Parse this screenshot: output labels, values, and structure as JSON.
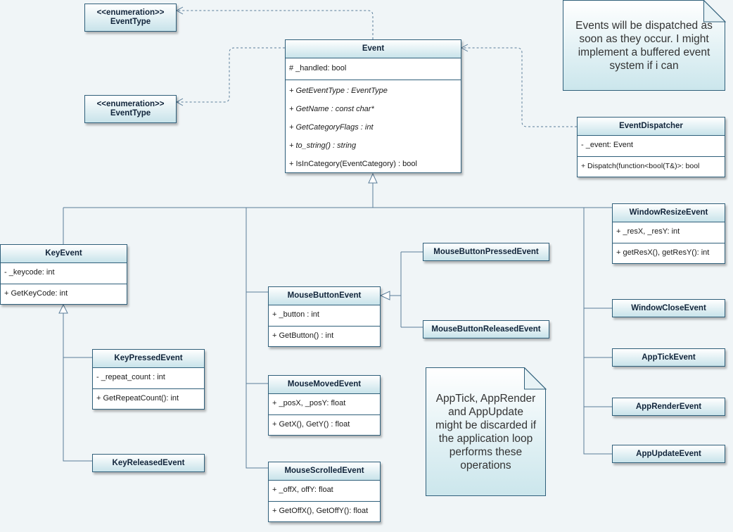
{
  "classes": {
    "eventtype_1": {
      "stereotype": "<<enumeration>>",
      "name": "EventType"
    },
    "eventtype_2": {
      "stereotype": "<<enumeration>>",
      "name": "EventType"
    },
    "event": {
      "name": "Event",
      "attributes": [
        "# _handled: bool"
      ],
      "methods": [
        "+ GetEventType : EventType",
        "+ GetName : const char*",
        "+ GetCategoryFlags : int",
        "+ to_string() : string",
        "+ IsInCategory(EventCategory) : bool"
      ]
    },
    "event_dispatcher": {
      "name": "EventDispatcher",
      "attributes": [
        "- _event: Event"
      ],
      "methods": [
        "+ Dispatch(function<bool(T&)>: bool"
      ]
    },
    "key_event": {
      "name": "KeyEvent",
      "attributes": [
        "- _keycode: int"
      ],
      "methods": [
        "+ GetKeyCode: int"
      ]
    },
    "key_pressed_event": {
      "name": "KeyPressedEvent",
      "attributes": [
        "- _repeat_count : int"
      ],
      "methods": [
        "+ GetRepeatCount(): int"
      ]
    },
    "key_released_event": {
      "name": "KeyReleasedEvent"
    },
    "mouse_button_event": {
      "name": "MouseButtonEvent",
      "attributes": [
        "+ _button : int"
      ],
      "methods": [
        "+ GetButton() : int"
      ]
    },
    "mouse_button_pressed_event": {
      "name": "MouseButtonPressedEvent"
    },
    "mouse_button_released_event": {
      "name": "MouseButtonReleasedEvent"
    },
    "mouse_moved_event": {
      "name": "MouseMovedEvent",
      "attributes": [
        "+ _posX, _posY: float"
      ],
      "methods": [
        "+ GetX(), GetY() : float"
      ]
    },
    "mouse_scrolled_event": {
      "name": "MouseScrolledEvent",
      "attributes": [
        "+ _offX, offY: float"
      ],
      "methods": [
        "+ GetOffX(), GetOffY(): float"
      ]
    },
    "window_resize_event": {
      "name": "WindowResizeEvent",
      "attributes": [
        "+ _resX, _resY: int"
      ],
      "methods": [
        "+ getResX(), getResY(): int"
      ]
    },
    "window_close_event": {
      "name": "WindowCloseEvent"
    },
    "app_tick_event": {
      "name": "AppTickEvent"
    },
    "app_render_event": {
      "name": "AppRenderEvent"
    },
    "app_update_event": {
      "name": "AppUpdateEvent"
    }
  },
  "notes": {
    "dispatch_note": "Events will be dispatched as soon as they occur. I might implement a buffered event system if i can",
    "app_note": "AppTick, AppRender and AppUpdate might be discarded if the application loop performs these operations"
  },
  "colors": {
    "border": "#2f5f7a",
    "header_gradient_end": "#c8e3ea",
    "edge": "#5a7d99",
    "background": "#f0f5f7"
  }
}
